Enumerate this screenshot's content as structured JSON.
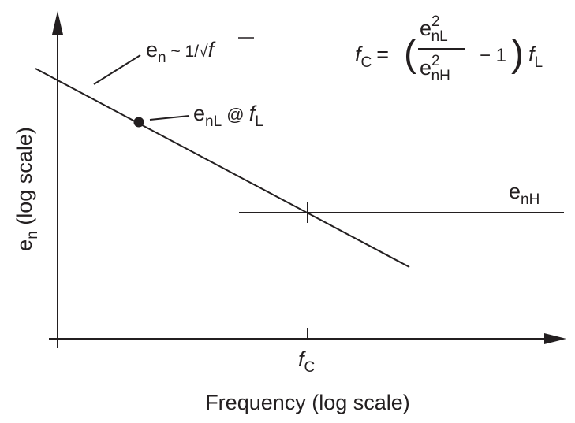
{
  "diagram": {
    "y_axis_label": {
      "main": "e",
      "sub": "n",
      "rest": " (log scale)"
    },
    "x_axis_label": "Frequency (log scale)",
    "x_tick_label": {
      "main": "f",
      "sub": "C"
    },
    "slope_label": {
      "main": "e",
      "sub": "n",
      "tilde": " ~ 1/",
      "f": "f"
    },
    "point_label": {
      "main": "e",
      "sub": "nL",
      "at": " @ ",
      "f": "f",
      "fsub": "L"
    },
    "flat_label": {
      "main": "e",
      "sub": "nH"
    },
    "formula": {
      "lhs": "f",
      "lhs_sub": "C",
      "eq": "=",
      "num": "e",
      "num_sup": "2",
      "num_sub": "nL",
      "den": "e",
      "den_sup": "2",
      "den_sub": "nH",
      "minus_one": "− 1",
      "rhs": "f",
      "rhs_sub": "L"
    },
    "color": "#231f20"
  }
}
